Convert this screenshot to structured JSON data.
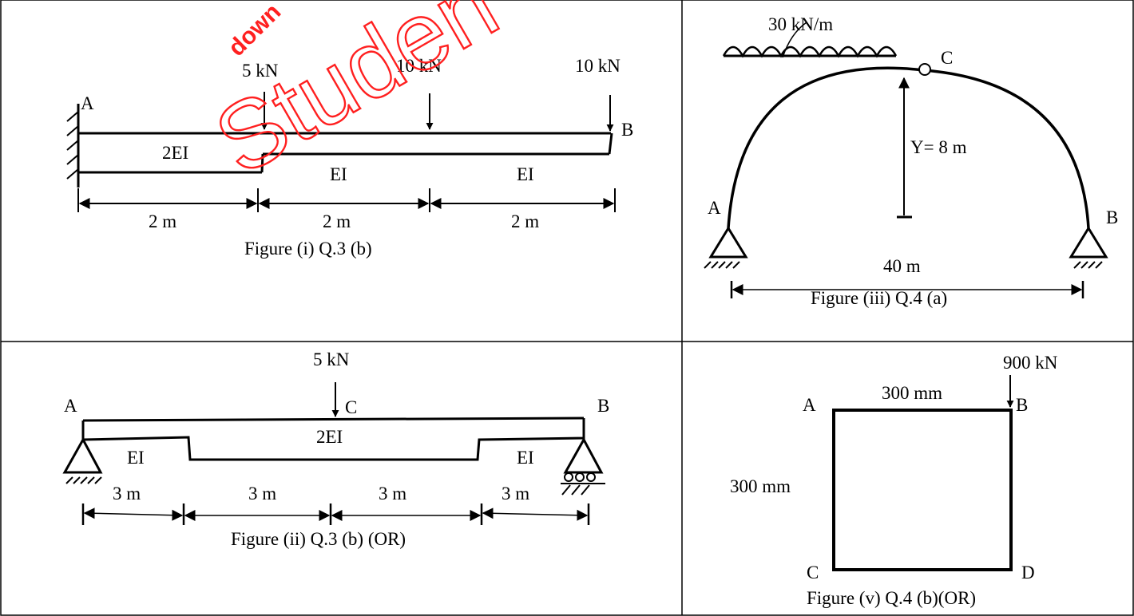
{
  "watermark": {
    "main": "Studen",
    "small": "down"
  },
  "fig1": {
    "caption": "Figure (i) Q.3 (b)",
    "point_a": "A",
    "point_b": "B",
    "load_1": "5 kN",
    "load_2": "10 kN",
    "load_3": "10 kN",
    "rigidity_left": "2EI",
    "rigidity_mid": "EI",
    "rigidity_right": "EI",
    "span_1": "2 m",
    "span_2": "2 m",
    "span_3": "2 m"
  },
  "fig3": {
    "caption": "Figure (iii) Q.4 (a)",
    "udl": "30 kN/m",
    "point_a": "A",
    "point_b": "B",
    "point_c": "C",
    "rise": "Y= 8 m",
    "span": "40 m"
  },
  "fig2": {
    "caption": "Figure (ii) Q.3 (b) (OR)",
    "load": "5 kN",
    "point_a": "A",
    "point_b": "B",
    "point_c": "C",
    "rigidity_left": "EI",
    "rigidity_mid": "2EI",
    "rigidity_right": "EI",
    "span_1": "3 m",
    "span_2": "3 m",
    "span_3": "3 m",
    "span_4": "3 m"
  },
  "fig5": {
    "caption": "Figure (v) Q.4 (b)(OR)",
    "load": "900 kN",
    "width": "300 mm",
    "height": "300 mm",
    "point_a": "A",
    "point_b": "B",
    "point_c": "C",
    "point_d": "D"
  }
}
